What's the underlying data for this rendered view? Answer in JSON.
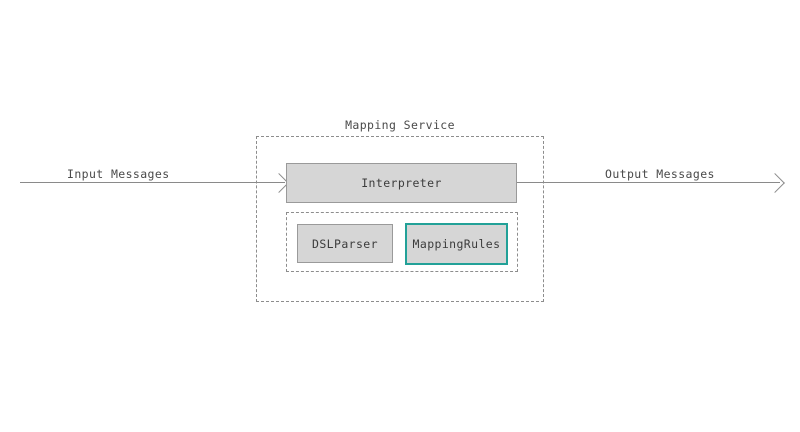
{
  "diagram": {
    "background_color": "#ffffff",
    "line_color": "#8a8a8a",
    "box_fill_color": "#d6d6d6",
    "box_border_color": "#9a9a9a",
    "accent_color": "#22a198",
    "text_color": "#3c3c3c"
  },
  "flow": {
    "input_label": "Input Messages",
    "output_label": "Output Messages"
  },
  "service": {
    "title": "Mapping Service",
    "interpreter": {
      "label": "Interpreter"
    },
    "components": [
      {
        "label": "DSLParser",
        "accent": false
      },
      {
        "label": "MappingRules",
        "accent": true
      }
    ]
  }
}
